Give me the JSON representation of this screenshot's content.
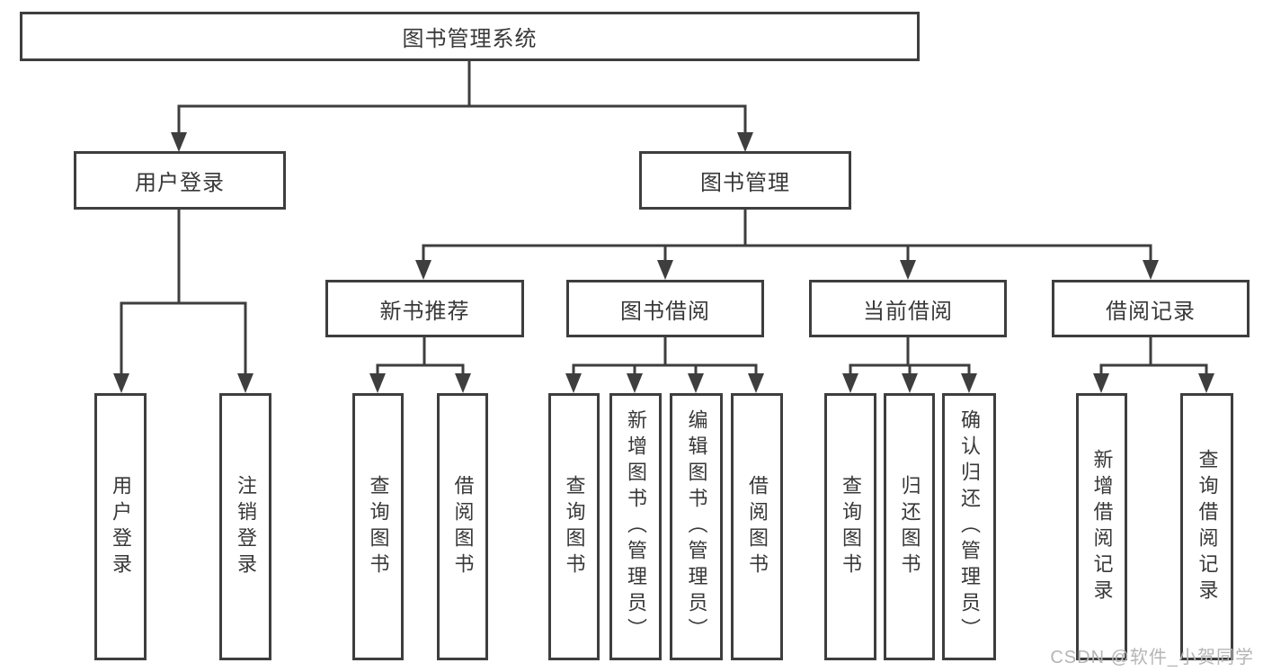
{
  "diagram": {
    "type": "tree",
    "nodes": {
      "root": {
        "label": "图书管理系统"
      },
      "user_login": {
        "label": "用户登录"
      },
      "book_mgmt": {
        "label": "图书管理"
      },
      "new_book_rec": {
        "label": "新书推荐"
      },
      "book_borrow": {
        "label": "图书借阅"
      },
      "current_borrow": {
        "label": "当前借阅"
      },
      "borrow_record": {
        "label": "借阅记录"
      },
      "login_leaf": {
        "label": "用户登录"
      },
      "logout_leaf": {
        "label": "注销登录"
      },
      "rec_query_book": {
        "label": "查询图书"
      },
      "rec_borrow_book": {
        "label": "借阅图书"
      },
      "bb_query_book": {
        "label": "查询图书"
      },
      "bb_add_book": {
        "label": "新增图书（管理员）"
      },
      "bb_edit_book": {
        "label": "编辑图书（管理员）"
      },
      "bb_borrow_book": {
        "label": "借阅图书"
      },
      "cb_query_book": {
        "label": "查询图书"
      },
      "cb_return_book": {
        "label": "归还图书"
      },
      "cb_confirm_return": {
        "label": "确认归还（管理员）"
      },
      "br_add_record": {
        "label": "新增借阅记录"
      },
      "br_query_record": {
        "label": "查询借阅记录"
      }
    },
    "hierarchy": {
      "root": [
        "user_login",
        "book_mgmt"
      ],
      "user_login": [
        "login_leaf",
        "logout_leaf"
      ],
      "book_mgmt": [
        "new_book_rec",
        "book_borrow",
        "current_borrow",
        "borrow_record"
      ],
      "new_book_rec": [
        "rec_query_book",
        "rec_borrow_book"
      ],
      "book_borrow": [
        "bb_query_book",
        "bb_add_book",
        "bb_edit_book",
        "bb_borrow_book"
      ],
      "current_borrow": [
        "cb_query_book",
        "cb_return_book",
        "cb_confirm_return"
      ],
      "borrow_record": [
        "br_add_record",
        "br_query_record"
      ]
    },
    "colors": {
      "line": "#3e3e3e",
      "node_border": "#3e3e3e",
      "node_text": "#383838",
      "background": "#ffffff",
      "watermark_text": "#b5b5b5"
    }
  },
  "watermark": {
    "text": "CSDN @软件_小贺同学"
  }
}
